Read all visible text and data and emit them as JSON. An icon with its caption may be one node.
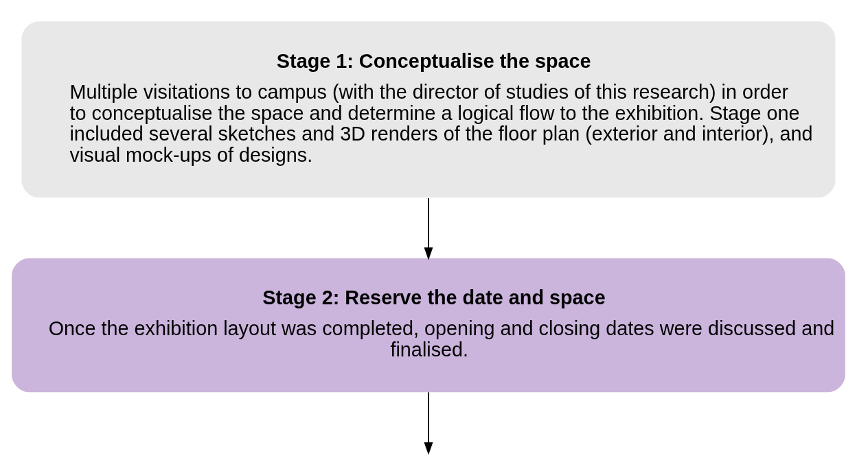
{
  "diagram": {
    "nodes": [
      {
        "text": [
          "Stage 1: Conceptualise the space",
          "Multiple visitations to campus (with the director of studies of this research) in order to conceptualise the space and determine a logical flow to the exhibition. Stage one included several sketches and 3D renders of the floor plan (exterior and interior), and visual mock-ups of designs."
        ]
      },
      {
        "text": [
          "Stage 2: Reserve the date and space",
          "Once the exhibition layout was completed, opening and closing dates were discussed and finalised."
        ]
      }
    ],
    "edges": [
      {
        "from": 0,
        "to": 1,
        "arrow": "to"
      },
      {
        "from": 1,
        "to": null,
        "arrow": "to"
      }
    ]
  }
}
